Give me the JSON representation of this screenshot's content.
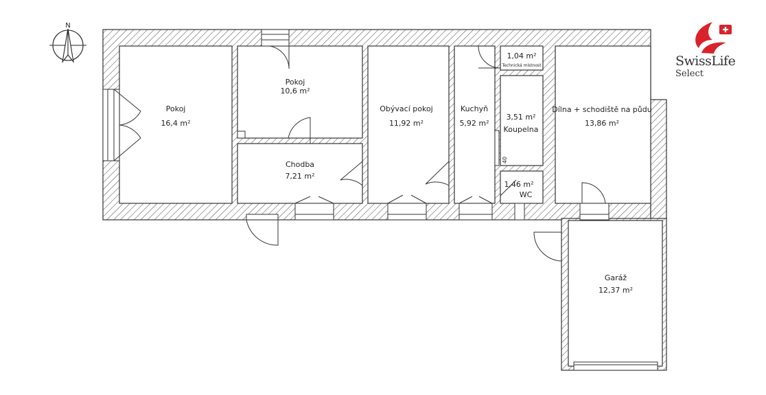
{
  "compass": {
    "north_label": "N"
  },
  "brand": {
    "name": "SwissLife",
    "sub": "Select",
    "color": "#d8232a"
  },
  "rooms": [
    {
      "name": "Pokoj",
      "area": "16,4 m²"
    },
    {
      "name": "Pokoj",
      "area": "10,6 m²"
    },
    {
      "name": "Chodba",
      "area": "7,21 m²"
    },
    {
      "name": "Obývací pokoj",
      "area": "11,92 m²"
    },
    {
      "name": "Kuchyň",
      "area": "5,92 m²"
    },
    {
      "name": "Technická místnost",
      "area": "1,04 m²"
    },
    {
      "name": "Koupelna",
      "area": "3,51 m²"
    },
    {
      "name": "WC",
      "area": "1,46 m²"
    },
    {
      "name": "Dílna + schodiště na půdu",
      "area": "13,86 m²"
    },
    {
      "name": "Garáž",
      "area": "12,37 m²"
    }
  ],
  "dimension_note": "40"
}
